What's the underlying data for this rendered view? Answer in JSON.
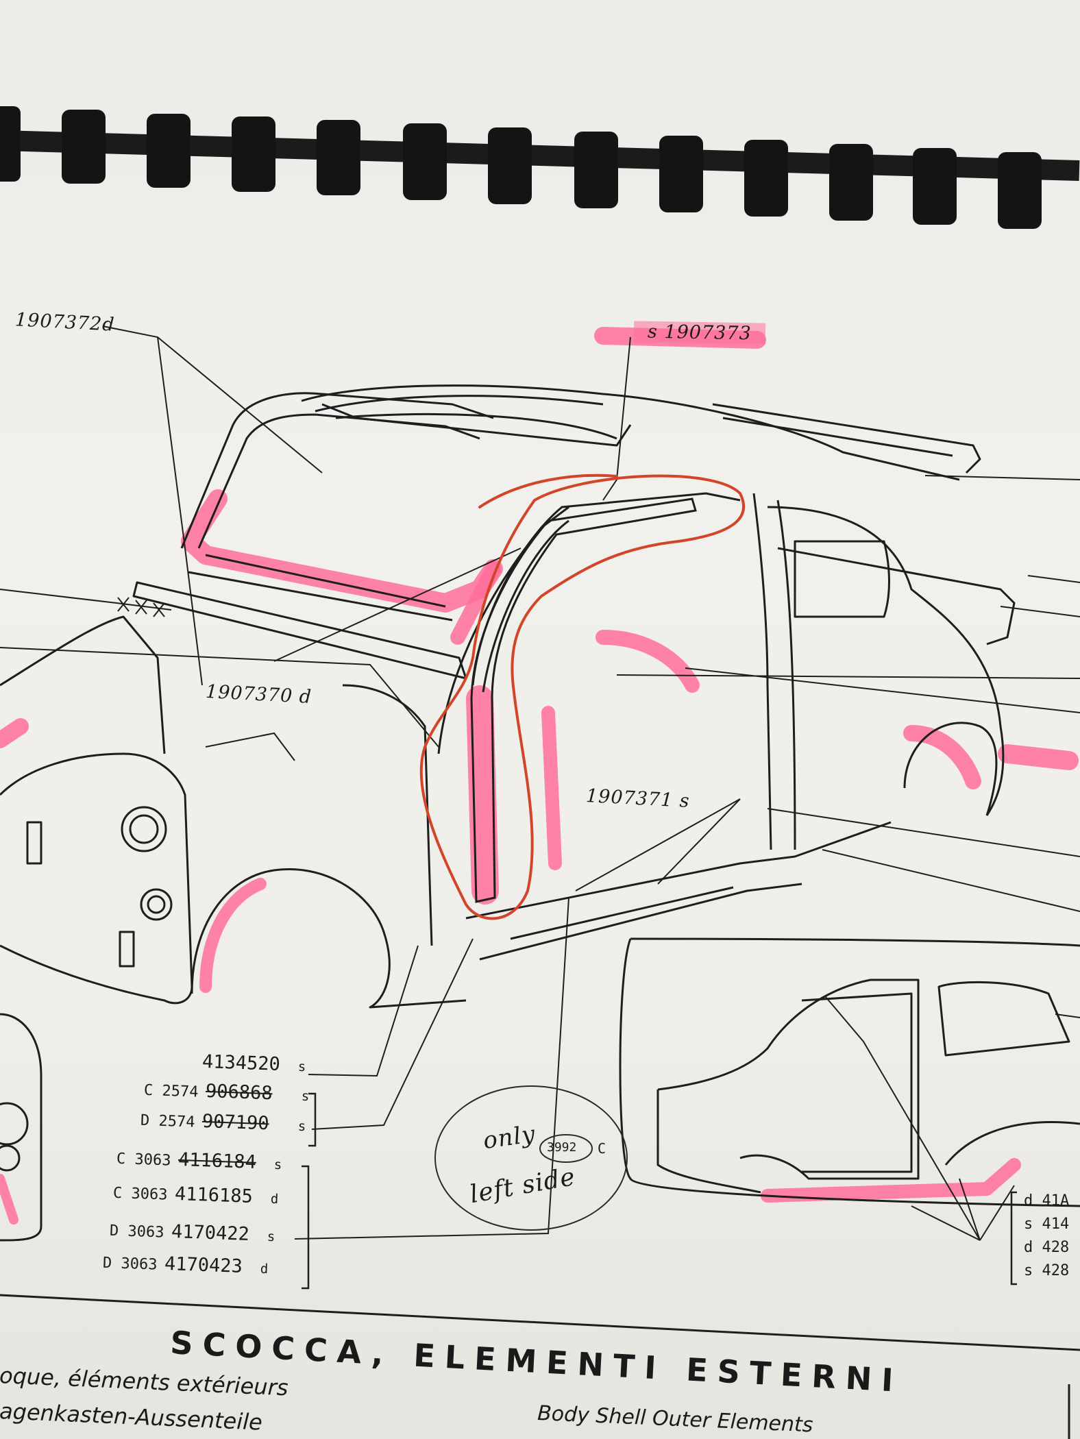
{
  "callouts": {
    "top_left": "1907372d",
    "top_center": "s 1907373",
    "mid_left": "1907370 d",
    "mid_right": "1907371 s"
  },
  "parts_list": {
    "row1": {
      "prefix": "",
      "code": "4134520",
      "side": "s",
      "struck": false
    },
    "row2": {
      "prefix": "C 2574",
      "code": "906868",
      "side": "s",
      "struck": true
    },
    "row3": {
      "prefix": "D 2574",
      "code": "907190",
      "side": "s",
      "struck": true
    },
    "row4": {
      "prefix": "C 3063",
      "code": "4116184",
      "side": "s",
      "struck": true
    },
    "row5": {
      "prefix": "C 3063",
      "code": "4116185",
      "side": "d",
      "struck": false
    },
    "row6": {
      "prefix": "D 3063",
      "code": "4170422",
      "side": "s",
      "struck": false
    },
    "row7": {
      "prefix": "D 3063",
      "code": "4170423",
      "side": "d",
      "struck": false
    }
  },
  "handwritten_note": {
    "line1": "only",
    "line2": "left side",
    "stamp": "3992",
    "stamp_suffix": "C"
  },
  "right_partial_list": [
    "d 41A",
    "s 414",
    "d 428",
    "s 428"
  ],
  "footer": {
    "title": "SCOCCA, ELEMENTI ESTERNI",
    "french": "oque, éléments extérieurs",
    "german": "agenkasten-Aussenteile",
    "english": "Body Shell Outer Elements"
  },
  "colors": {
    "highlighter": "#ff6f9a",
    "pencil_red": "#d2452a",
    "ink": "#1a1a1a",
    "binding": "#141414"
  }
}
